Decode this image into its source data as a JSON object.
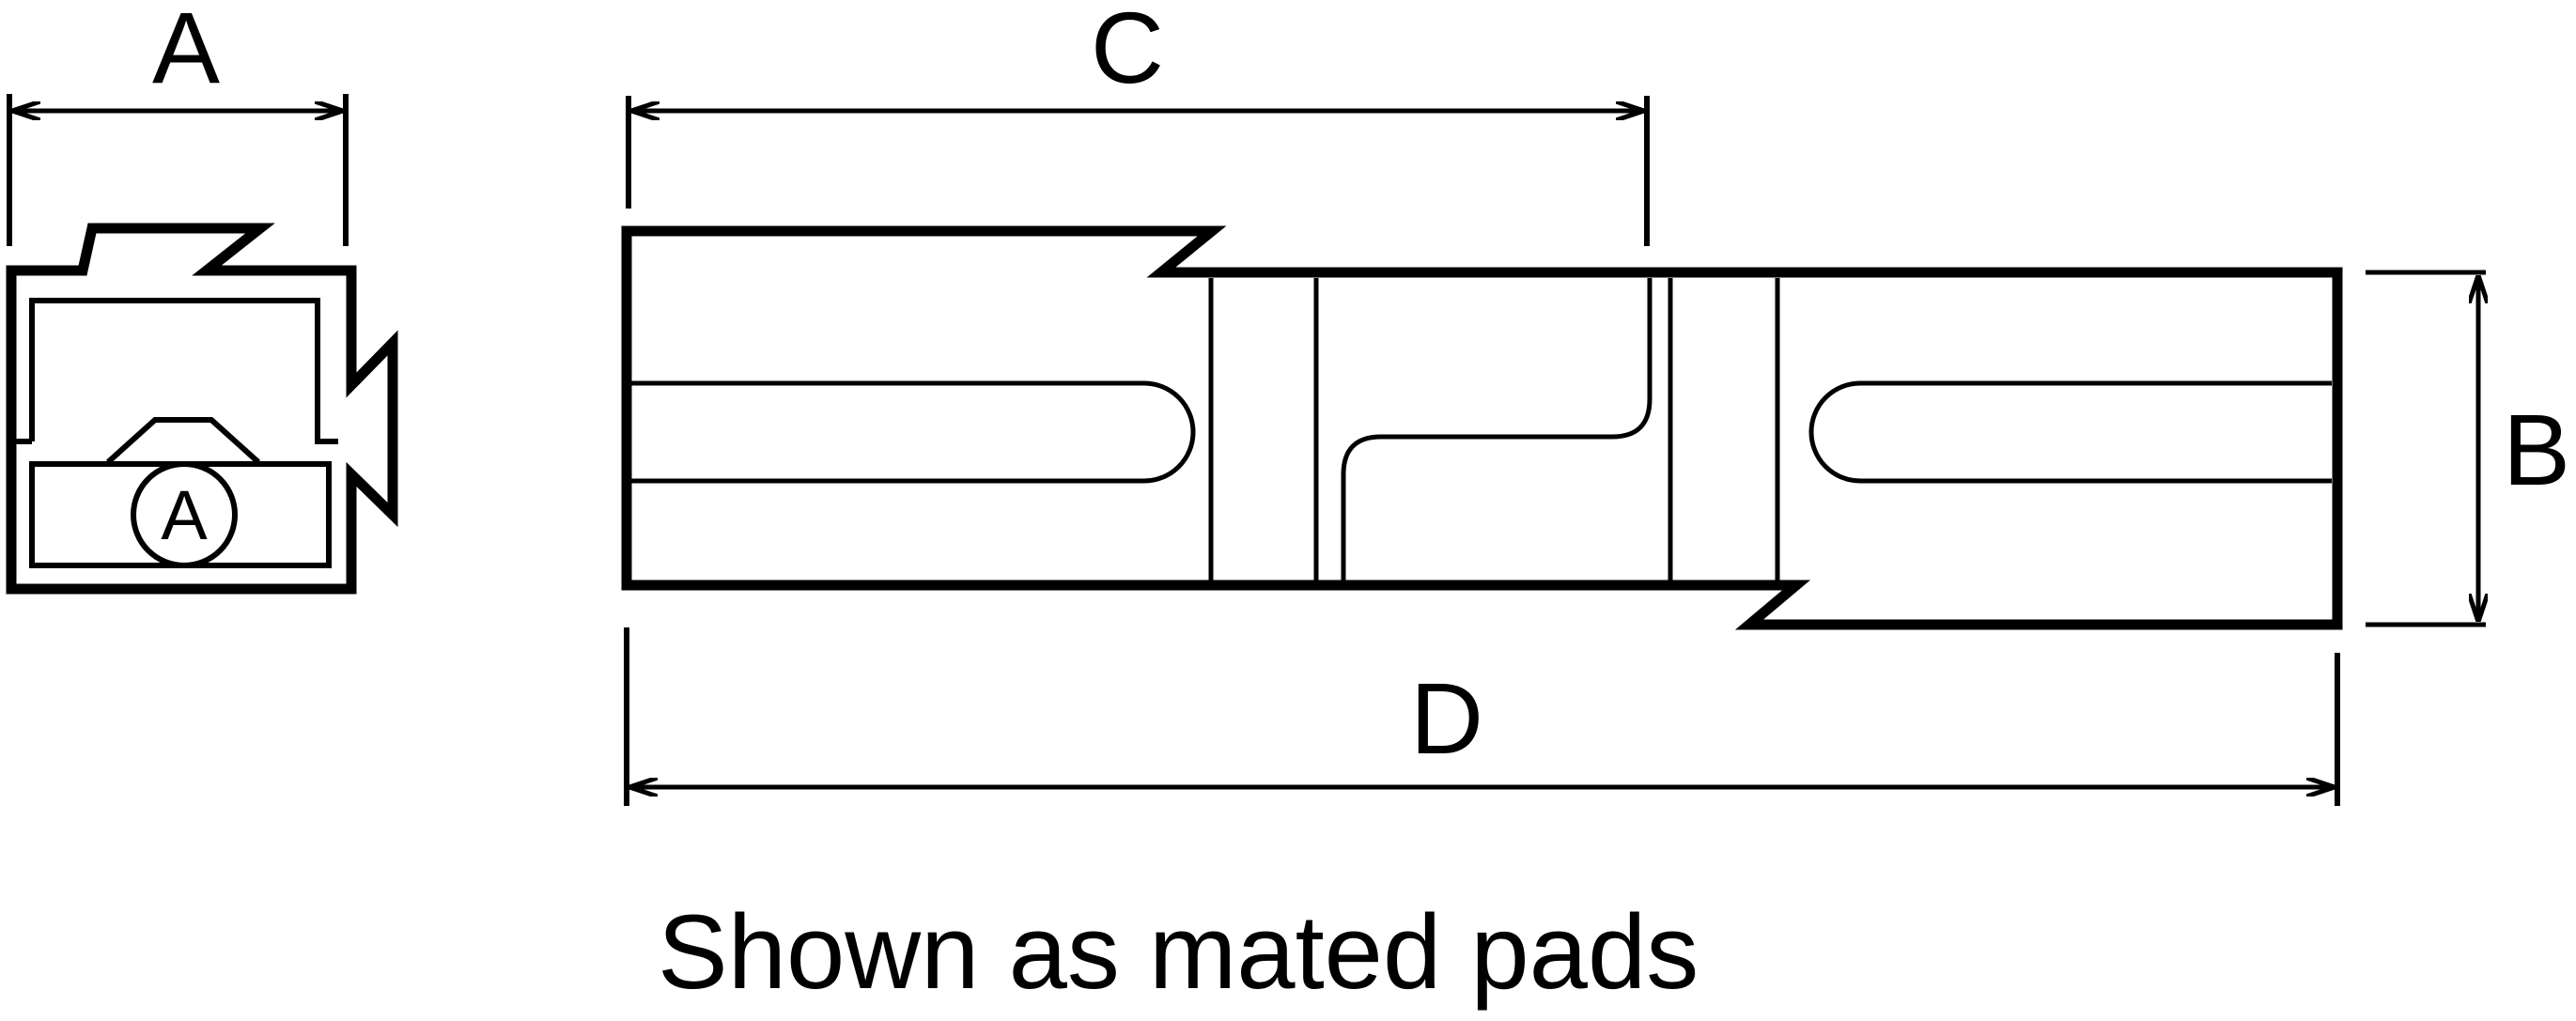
{
  "dimensions": {
    "a": "A",
    "b": "B",
    "c": "C",
    "d": "D"
  },
  "end_view": {
    "badge": "A"
  },
  "caption": "Shown as mated pads",
  "colors": {
    "line": "#000000",
    "background": "#ffffff"
  }
}
